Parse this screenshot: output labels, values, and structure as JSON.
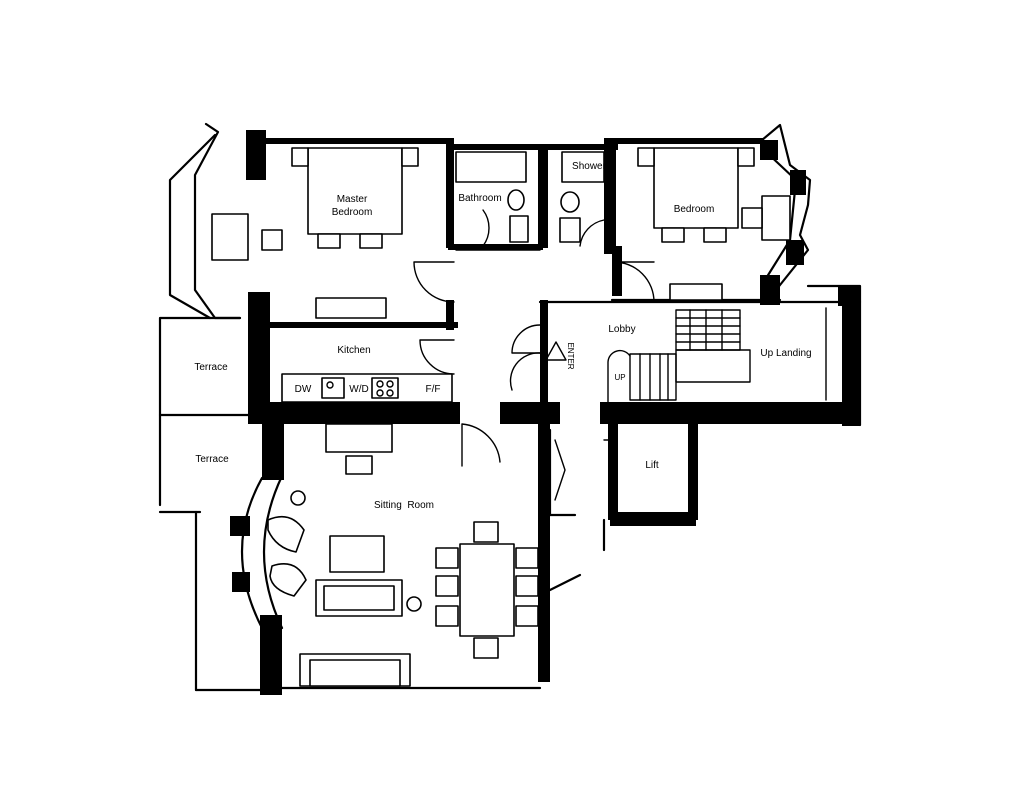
{
  "rooms": {
    "master_bedroom_1": "Master",
    "master_bedroom_2": "Bedroom",
    "bathroom": "Bathroom",
    "shower": "Shower",
    "bedroom": "Bedroom",
    "terrace_upper": "Terrace",
    "terrace_lower": "Terrace",
    "kitchen": "Kitchen",
    "lobby": "Lobby",
    "up_landing": "Up Landing",
    "lift": "Lift",
    "sitting_room": "Sitting  Room"
  },
  "appliances": {
    "dw": "DW",
    "wd": "W/D",
    "ff": "F/F"
  },
  "annotations": {
    "enter": "ENTER",
    "up": "UP"
  }
}
